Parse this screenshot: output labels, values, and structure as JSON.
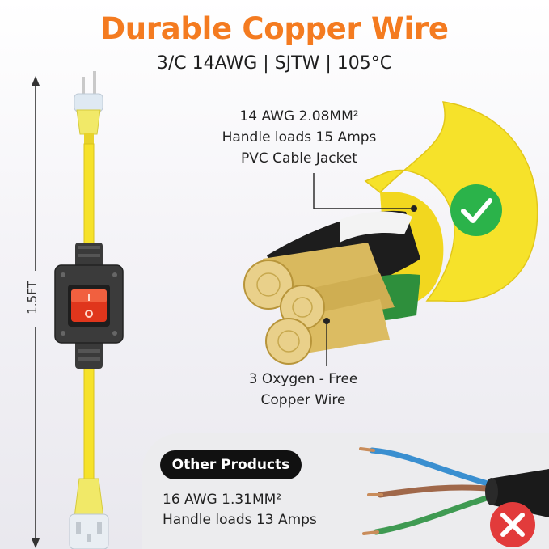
{
  "heading": {
    "title": "Durable Copper Wire",
    "subtitle": "3/C 14AWG | SJTW | 105°C"
  },
  "dimension": {
    "length_label": "1.5FT"
  },
  "features": {
    "spec_lines": [
      "14 AWG 2.08MM²",
      "Handle loads 15 Amps",
      "PVC Cable Jacket"
    ],
    "copper_lines": [
      "3 Oxygen - Free",
      "Copper Wire"
    ]
  },
  "comparison": {
    "badge": "Other Products",
    "lines": [
      "16 AWG 1.31MM²",
      "Handle loads 13 Amps"
    ]
  },
  "colors": {
    "title_orange": "#f47b20",
    "cord_yellow": "#f6e22a",
    "check_green": "#2bb34a",
    "cross_red": "#e23b3b",
    "switch_red": "#e0361c"
  },
  "icons": [
    "check-icon",
    "cross-icon",
    "power-switch-icon"
  ]
}
